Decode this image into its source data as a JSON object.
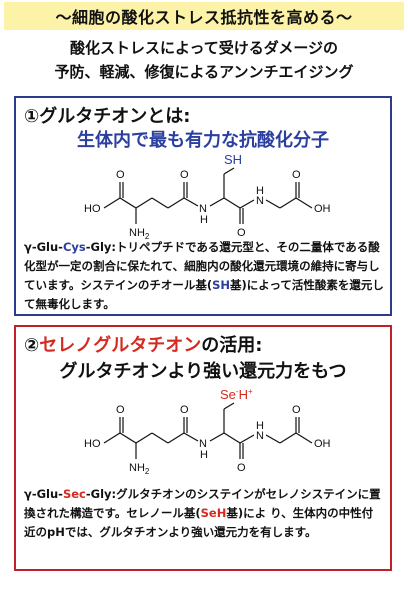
{
  "banner": "～細胞の酸化ストレス抵抗性を高める～",
  "subtitle": {
    "line1": "酸化ストレスによって受けるダメージの",
    "line2": "予防、軽減、修復によるアンンチエイジング"
  },
  "box1": {
    "heading": "①グルタチオンとは:",
    "subheading": "生体内で最も有力な抗酸化分子",
    "mol_labels": {
      "sh": "SH",
      "ho": "HO",
      "nh2": "NH",
      "nh2_sub": "2",
      "n1": "N",
      "h1": "H",
      "n2": "N",
      "h2": "H",
      "oh": "OH",
      "o": "O"
    },
    "desc": {
      "p1": "γ-Glu-",
      "p2": "Cys",
      "p3": "-Gly:トリペプチドである還元型と、その二量体である酸化型が一定の割合に保たれて、細胞内の酸化還元環境の維持に寄与しています。システインのチオール基(",
      "p4": "SH",
      "p5": "基)によって活性酸素を還元して無毒化します。"
    }
  },
  "box2": {
    "heading_num": "②",
    "heading_red": "セレノグルタチオン",
    "heading_rest": "の活用:",
    "subheading": "グルタチオンより強い還元力をもつ",
    "mol_labels": {
      "seh": "Se",
      "seh_sup": "-",
      "seh_h": "H",
      "seh_plus": "+",
      "ho": "HO",
      "nh2": "NH",
      "nh2_sub": "2",
      "n1": "N",
      "h1": "H",
      "n2": "N",
      "h2": "H",
      "oh": "OH",
      "o": "O"
    },
    "desc": {
      "p1": "γ-Glu-",
      "p2": "Sec",
      "p3": "-Gly:グルタチオンのシステインがセレノシステインに置換された構造です。セレノール基(",
      "p4": "SeH",
      "p5": "基)によ り、生体内の中性付近のpHでは、グルタチオンより強い還元力を有します。"
    }
  },
  "colors": {
    "blue": "#2a3fa0",
    "red": "#d42a1f",
    "banner_bg": "#fdf3a8",
    "box1_border": "#2e3a8c",
    "box2_border": "#c0202a"
  }
}
